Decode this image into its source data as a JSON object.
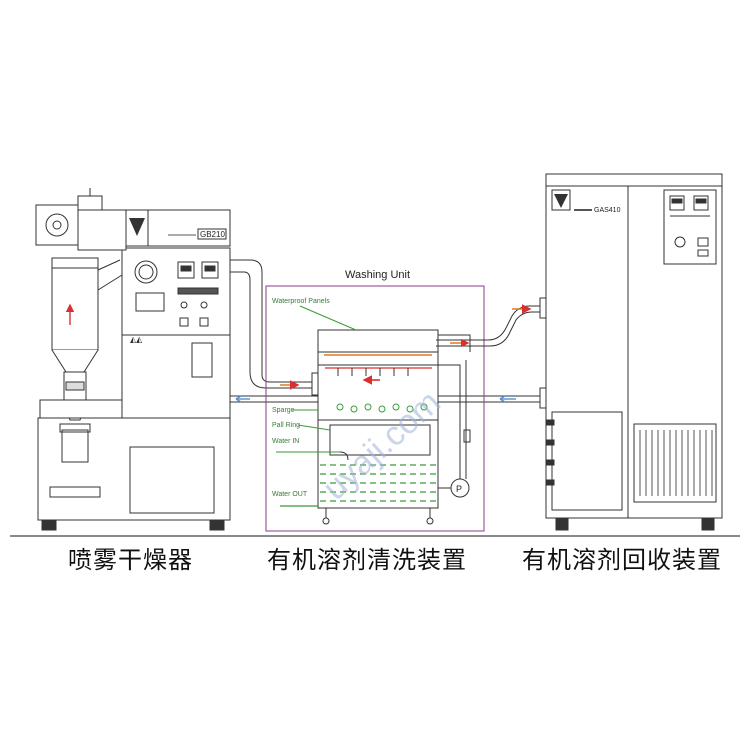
{
  "spray_dryer": {
    "model": "GB210",
    "caption": "喷雾干燥器"
  },
  "washing_unit": {
    "title": "Washing Unit",
    "caption": "有机溶剂清洗装置",
    "labels": {
      "waterproof_panels": "Waterproof Panels",
      "sparge": "Sparge",
      "pall_ring": "Pall Ring",
      "water_in": "Water IN",
      "water_out": "Water OUT",
      "pump": "P"
    }
  },
  "solvent_recovery": {
    "model": "GAS410",
    "caption": "有机溶剂回收装置"
  },
  "watermark": "uyaji.com",
  "colors": {
    "line": "#333333",
    "washing_box": "#8a3a8a",
    "green_flow": "#3a9a3a",
    "orange_flow": "#e07a1a",
    "red_flow": "#d83030",
    "blue_flow": "#5b8fd0",
    "watermark": "#9fb0d8"
  }
}
